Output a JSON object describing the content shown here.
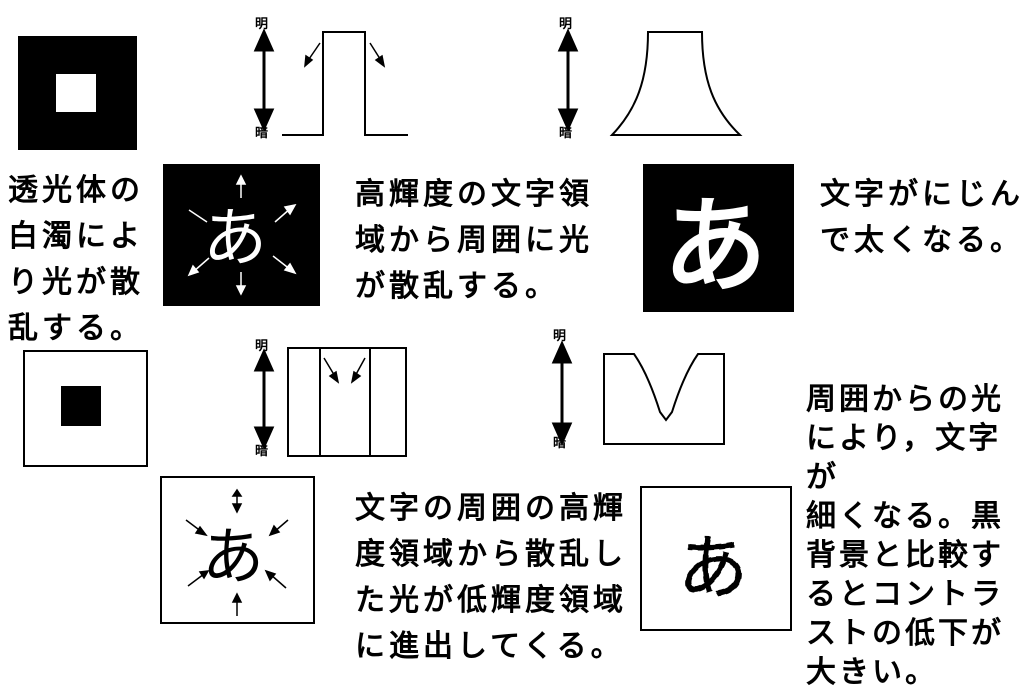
{
  "labels": {
    "bright": "明",
    "dark": "暗"
  },
  "glyph": "あ",
  "top_row": {
    "left_caption": "透光体の\n白濁によ\nり光が散\n乱する。",
    "middle_caption": "高輝度の文字領\n域から周囲に光\nが散乱する。",
    "right_caption": "文字がにじん\nで太くなる。"
  },
  "bottom_row": {
    "middle_caption": "文字の周囲の高輝\n度領域から散乱し\nた光が低輝度領域\nに進出してくる。",
    "right_caption": "周囲からの光\nにより，文字が\n細くなる。黒\n背景と比較す\nるとコントラ\nストの低下が\n大きい。"
  }
}
